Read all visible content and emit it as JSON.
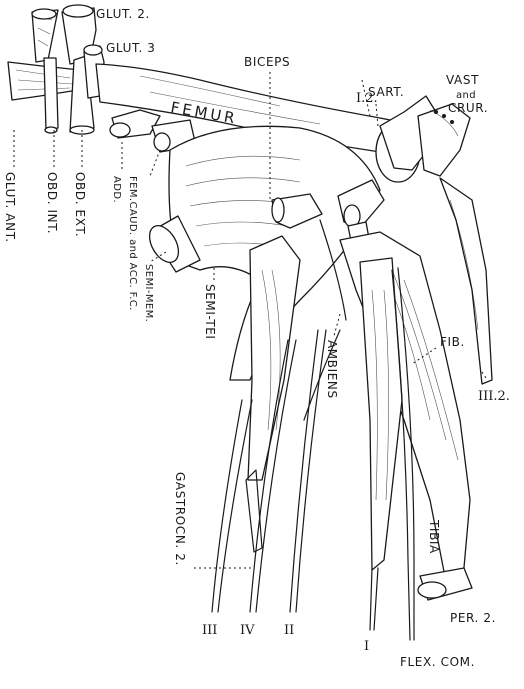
{
  "labels": {
    "glut2": "GLUT. 2.",
    "glut3": "GLUT. 3",
    "glut_ant": "GLUT. ANT.",
    "obd_int": "OBD. INT.",
    "obd_ext": "OBD. EXT.",
    "femur": "FEMUR",
    "add": "ADD.",
    "fem_caud": "FEM.CAUD. and ACC. F.C.",
    "semi_mem": "SEMI-MEM.",
    "semi_tei": "SEMI-TEI",
    "biceps": "BICEPS",
    "sart": "SART.",
    "vast_crur_1": "VAST",
    "vast_crur_2": "and",
    "vast_crur_3": "CRUR.",
    "i2": "I.2.",
    "fib": "FIB.",
    "iii2": "III.2.",
    "ambiens": "AMBIENS",
    "gastrocn2": "GASTROCN. 2.",
    "tibia": "TIBIA",
    "per2": "PER. 2.",
    "flex_com": "FLEX. COM.",
    "tendon_iii": "III",
    "tendon_iv": "IV",
    "tendon_ii": "II",
    "tendon_i": "I"
  }
}
